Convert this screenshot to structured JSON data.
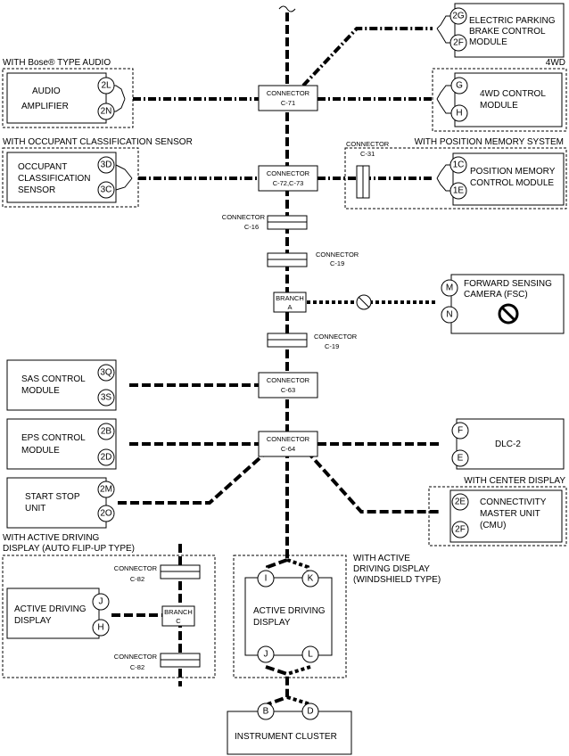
{
  "groups": {
    "bose": "WITH Bose® TYPE AUDIO",
    "awd": "4WD",
    "occupant": "WITH OCCUPANT CLASSIFICATION SENSOR",
    "memory": "WITH POSITION MEMORY SYSTEM",
    "center_display": "WITH CENTER DISPLAY",
    "adp_flip_1": "WITH ACTIVE DRIVING",
    "adp_flip_2": "DISPLAY (AUTO FLIP-UP TYPE)",
    "adp_wind_1": "WITH ACTIVE",
    "adp_wind_2": "DRIVING DISPLAY",
    "adp_wind_3": "(WINDSHIELD TYPE)"
  },
  "modules": {
    "epb": [
      "ELECTRIC PARKING",
      "BRAKE CONTROL",
      "MODULE"
    ],
    "audio": [
      "AUDIO",
      "AMPLIFIER"
    ],
    "awd": [
      "4WD CONTROL",
      "MODULE"
    ],
    "ocs": [
      "OCCUPANT",
      "CLASSIFICATION",
      "SENSOR"
    ],
    "pmcm": [
      "POSITION MEMORY",
      "CONTROL MODULE"
    ],
    "fsc": [
      "FORWARD SENSING",
      "CAMERA (FSC)"
    ],
    "sas": [
      "SAS CONTROL",
      "MODULE"
    ],
    "eps": [
      "EPS CONTROL",
      "MODULE"
    ],
    "dlc": [
      "DLC-2"
    ],
    "ssu": [
      "START STOP",
      "UNIT"
    ],
    "cmu": [
      "CONNECTIVITY",
      "MASTER UNIT",
      "(CMU)"
    ],
    "adp_flip": [
      "ACTIVE DRIVING",
      "DISPLAY"
    ],
    "adp_wind": [
      "ACTIVE DRIVING",
      "DISPLAY"
    ],
    "ic": [
      "INSTRUMENT CLUSTER"
    ]
  },
  "connectors": {
    "c71": [
      "CONNECTOR",
      "C-71"
    ],
    "c72": [
      "CONNECTOR",
      "C-72,C-73"
    ],
    "c31": [
      "CONNECTOR",
      "C-31"
    ],
    "c16": [
      "CONNECTOR",
      "C-16"
    ],
    "c19a": [
      "CONNECTOR",
      "C-19"
    ],
    "branchA": [
      "BRANCH",
      "A"
    ],
    "c19b": [
      "CONNECTOR",
      "C-19"
    ],
    "c63": [
      "CONNECTOR",
      "C-63"
    ],
    "c64": [
      "CONNECTOR",
      "C-64"
    ],
    "c82a": [
      "CONNECTOR",
      "C-82"
    ],
    "branchC": [
      "BRANCH",
      "C"
    ],
    "c82b": [
      "CONNECTOR",
      "C-82"
    ]
  },
  "pins": {
    "epb_hi": "2G",
    "epb_lo": "2F",
    "audio_hi": "2L",
    "audio_lo": "2N",
    "awd_hi": "G",
    "awd_lo": "H",
    "ocs_hi": "3D",
    "ocs_lo": "3C",
    "pm_hi": "1C",
    "pm_lo": "1E",
    "fsc_hi": "M",
    "fsc_lo": "N",
    "sas_hi": "3Q",
    "sas_lo": "3S",
    "eps_hi": "2B",
    "eps_lo": "2D",
    "dlc_hi": "F",
    "dlc_lo": "E",
    "ssu_hi": "2M",
    "ssu_lo": "2O",
    "cmu_hi": "2E",
    "cmu_lo": "2F",
    "adpf_hi": "J",
    "adpf_lo": "H",
    "adpw_top_hi": "I",
    "adpw_top_lo": "K",
    "adpw_bot_hi": "J",
    "adpw_bot_lo": "L",
    "ic_hi": "B",
    "ic_lo": "D"
  }
}
